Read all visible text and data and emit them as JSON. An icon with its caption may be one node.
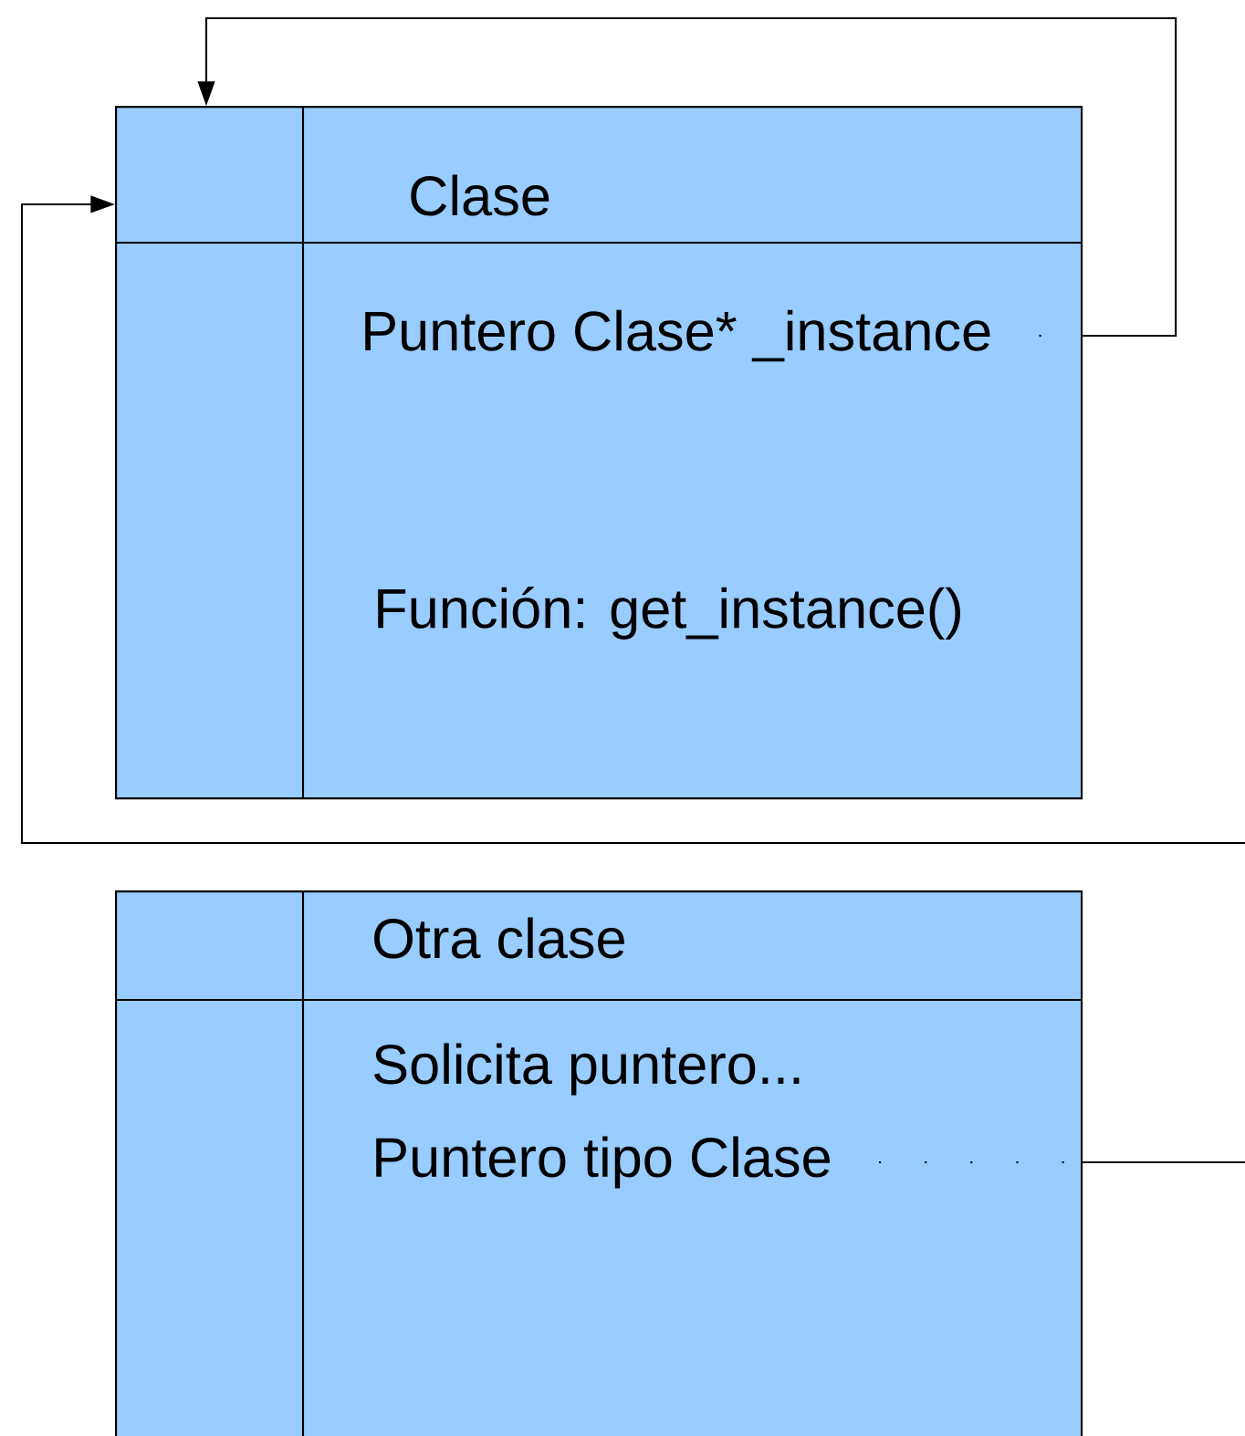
{
  "diagram": {
    "nodes": [
      {
        "text": [
          "Clase"
        ]
      },
      {
        "text": [
          "Puntero Clase* _instance"
        ],
        "in": 0
      },
      {
        "text": [
          "Función: get_instance()"
        ],
        "in": 0
      },
      {
        "text": [
          "Otra clase"
        ]
      },
      {
        "text": [
          "Solicita puntero..."
        ],
        "in": 3
      },
      {
        "text": [
          "Puntero tipo Clase"
        ],
        "in": 3
      }
    ],
    "edges": [
      {
        "from": 1,
        "to": 0,
        "arrow": "to"
      },
      {
        "from": 5,
        "to": 0,
        "arrow": "to"
      }
    ]
  }
}
